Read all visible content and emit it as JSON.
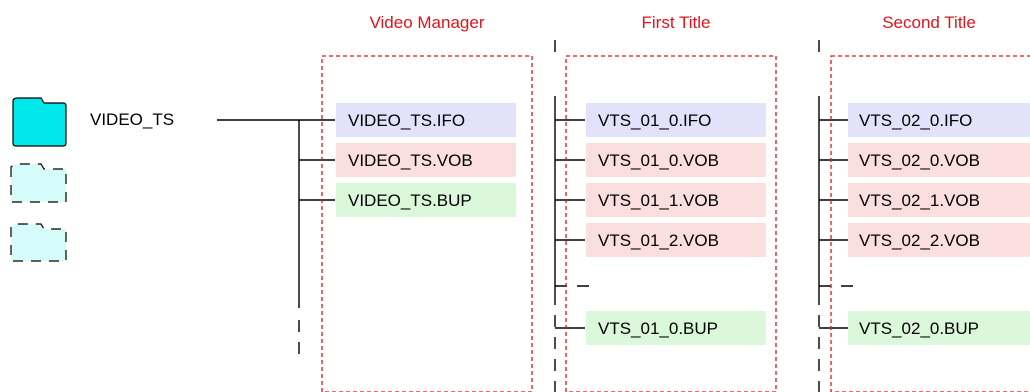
{
  "root": {
    "label": "VIDEO_TS"
  },
  "colors": {
    "ifo": "#e2e2fb",
    "vob": "#fbdfdf",
    "bup": "#dbf8db",
    "folder": "#00e8ec",
    "folder_ghost": "#d6fbfb",
    "frame": "#e0141c"
  },
  "groups": [
    {
      "title": "Video Manager",
      "files": [
        {
          "name": "VIDEO_TS.IFO",
          "kind": "ifo"
        },
        {
          "name": "VIDEO_TS.VOB",
          "kind": "vob"
        },
        {
          "name": "VIDEO_TS.BUP",
          "kind": "bup"
        }
      ]
    },
    {
      "title": "First Title",
      "files": [
        {
          "name": "VTS_01_0.IFO",
          "kind": "ifo"
        },
        {
          "name": "VTS_01_0.VOB",
          "kind": "vob"
        },
        {
          "name": "VTS_01_1.VOB",
          "kind": "vob"
        },
        {
          "name": "VTS_01_2.VOB",
          "kind": "vob"
        },
        {
          "name": "VTS_01_0.BUP",
          "kind": "bup"
        }
      ]
    },
    {
      "title": "Second Title",
      "files": [
        {
          "name": "VTS_02_0.IFO",
          "kind": "ifo"
        },
        {
          "name": "VTS_02_0.VOB",
          "kind": "vob"
        },
        {
          "name": "VTS_02_1.VOB",
          "kind": "vob"
        },
        {
          "name": "VTS_02_2.VOB",
          "kind": "vob"
        },
        {
          "name": "VTS_02_0.BUP",
          "kind": "bup"
        }
      ]
    }
  ]
}
